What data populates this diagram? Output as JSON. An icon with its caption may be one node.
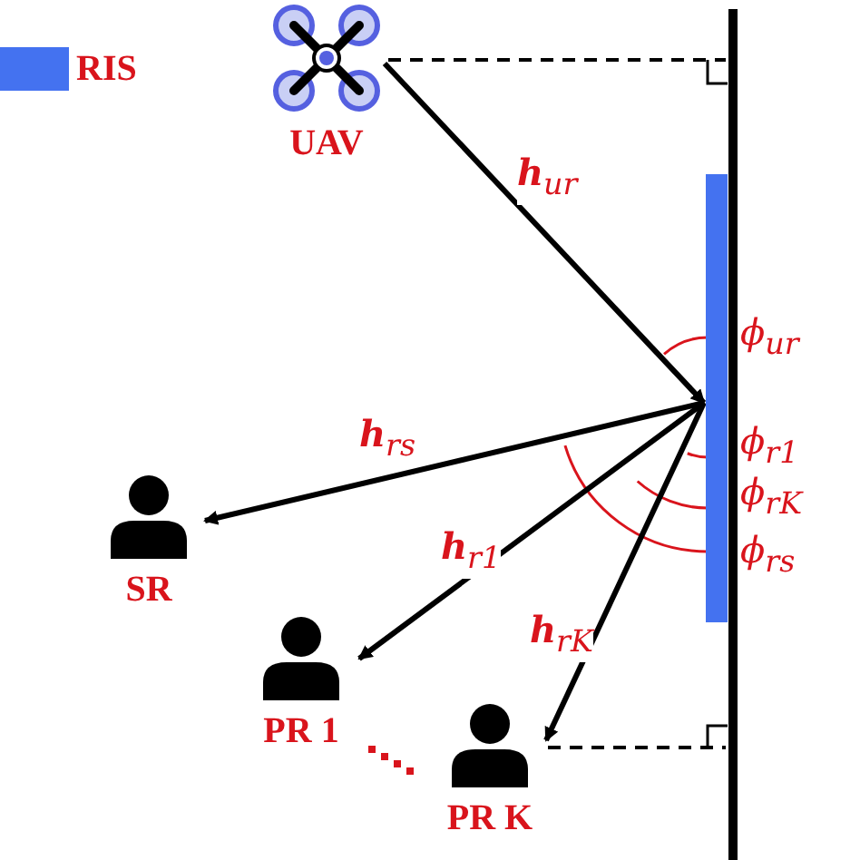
{
  "diagram": {
    "nodes": [
      {
        "text": [
          "UAV"
        ]
      },
      {
        "text": [],
        "shape": "bar"
      },
      {
        "text": [
          "SR"
        ]
      },
      {
        "text": [
          "PR 1"
        ]
      },
      {
        "text": [
          "PR K"
        ]
      }
    ],
    "edges": [
      {
        "from": 0,
        "to": 1,
        "arrow": "to",
        "label": "**h**$_{ur}$"
      },
      {
        "from": 1,
        "to": 2,
        "arrow": "to",
        "label": "**h**$_{rs}$"
      },
      {
        "from": 1,
        "to": 3,
        "arrow": "to",
        "label": "**h**$_{r1}$"
      },
      {
        "from": 1,
        "to": 4,
        "arrow": "to",
        "label": "**h**$_{rK}$"
      }
    ],
    "labels": [
      "ϕ$_{ur}$",
      "ϕ$_{r1}$",
      "ϕ$_{rK}$",
      "ϕ$_{rs}$"
    ],
    "legend": [
      {
        "text": "RIS",
        "color": "#4472f0"
      }
    ]
  }
}
